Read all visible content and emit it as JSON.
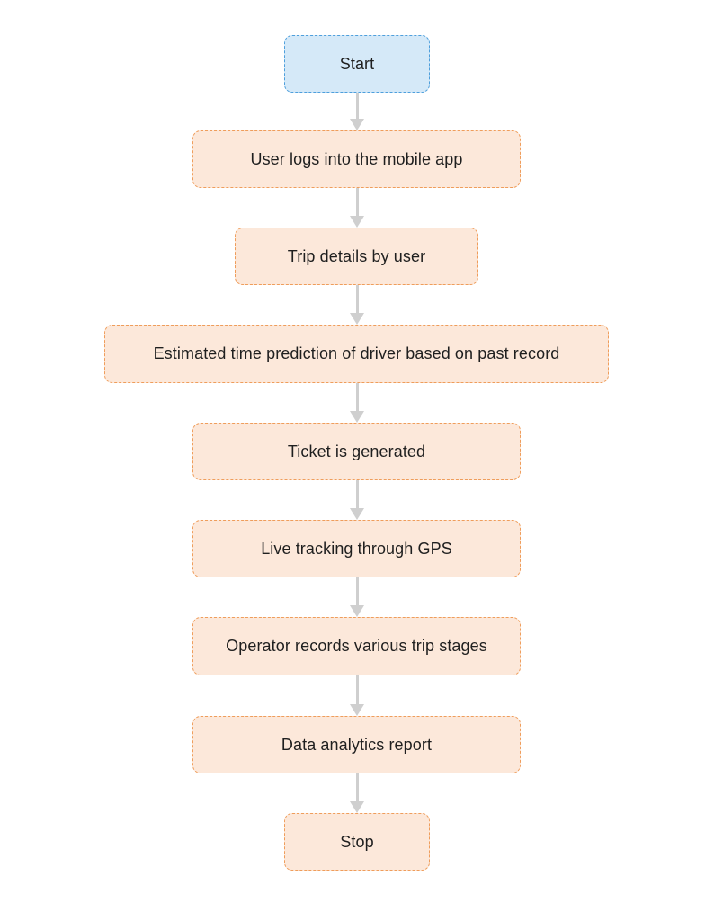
{
  "flowchart": {
    "nodes": [
      {
        "id": "start",
        "label": "Start"
      },
      {
        "id": "login",
        "label": "User logs into the mobile app"
      },
      {
        "id": "trip-details",
        "label": "Trip details by user"
      },
      {
        "id": "estimate",
        "label": "Estimated time prediction of driver based on past record"
      },
      {
        "id": "ticket",
        "label": "Ticket is generated"
      },
      {
        "id": "tracking",
        "label": "Live tracking through GPS"
      },
      {
        "id": "operator",
        "label": "Operator records various trip stages"
      },
      {
        "id": "analytics",
        "label": "Data analytics report"
      },
      {
        "id": "stop",
        "label": "Stop"
      }
    ],
    "edges": [
      {
        "from": "start",
        "to": "login"
      },
      {
        "from": "login",
        "to": "trip-details"
      },
      {
        "from": "trip-details",
        "to": "estimate"
      },
      {
        "from": "estimate",
        "to": "ticket"
      },
      {
        "from": "ticket",
        "to": "tracking"
      },
      {
        "from": "tracking",
        "to": "operator"
      },
      {
        "from": "operator",
        "to": "analytics"
      },
      {
        "from": "analytics",
        "to": "stop"
      }
    ]
  },
  "colors": {
    "start_fill": "#d5e9f8",
    "start_border": "#4e9fdc",
    "step_fill": "#fce8da",
    "step_border": "#ef9d5b",
    "arrow": "#cfcfcf"
  }
}
